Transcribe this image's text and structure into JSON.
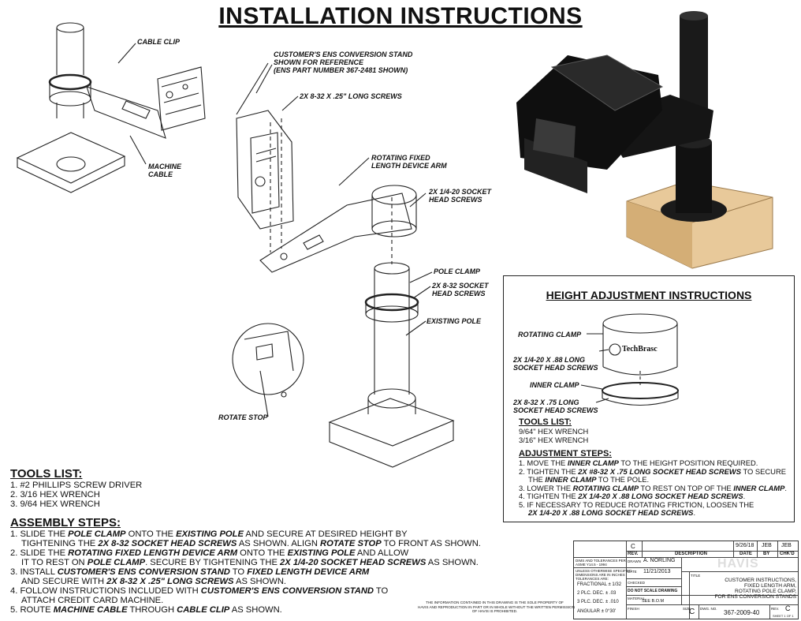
{
  "title": "INSTALLATION INSTRUCTIONS",
  "callouts": {
    "cable_clip": "CABLE CLIP",
    "machine_cable": "MACHINE\nCABLE",
    "customer_stand": "CUSTOMER'S ENS CONVERSION STAND\nSHOWN FOR REFERENCE\n(ENS PART NUMBER 367-2481 SHOWN)",
    "long_screws": "2X 8-32 X .25\" LONG SCREWS",
    "rotating_arm": "ROTATING FIXED\nLENGTH DEVICE ARM",
    "socket_head_1420": "2X 1/4-20 SOCKET\nHEAD SCREWS",
    "pole_clamp": "POLE CLAMP",
    "socket_head_832": "2X 8-32 SOCKET\nHEAD SCREWS",
    "existing_pole": "EXISTING POLE",
    "rotate_stop": "ROTATE STOP"
  },
  "tools_list": {
    "heading": "TOOLS LIST:",
    "items": [
      "1. #2 PHILLIPS SCREW DRIVER",
      "2. 3/16 HEX WRENCH",
      "3. 9/64 HEX WRENCH"
    ]
  },
  "assembly": {
    "heading": "ASSEMBLY STEPS:",
    "steps": [
      {
        "n": "1. SLIDE THE ",
        "b1": "POLE CLAMP",
        "t1": " ONTO THE ",
        "b2": "EXISTING POLE",
        "t2": " AND SECURE AT DESIRED HEIGHT BY"
      },
      {
        "ind": "TIGHTENING THE ",
        "b1": "2X 8-32 SOCKET HEAD SCREWS",
        "t1": " AS SHOWN. ALIGN ",
        "b2": "ROTATE STOP",
        "t2": " TO FRONT AS SHOWN."
      },
      {
        "n": "2. SLIDE THE ",
        "b1": "ROTATING FIXED LENGTH DEVICE ARM",
        "t1": " ONTO THE ",
        "b2": "EXISTING POLE",
        "t2": " AND ALLOW"
      },
      {
        "ind": "IT TO REST ON ",
        "b1": "POLE CLAMP",
        "t1": ". SECURE BY TIGHTENING THE ",
        "b2": "2X 1/4-20 SOCKET HEAD SCREWS",
        "t2": " AS SHOWN."
      },
      {
        "n": "3. INSTALL ",
        "b1": "CUSTOMER'S ENS CONVERSION STAND",
        "t1": " TO ",
        "b2": "FIXED LENGTH DEVICE ARM",
        "t2": ""
      },
      {
        "ind": "AND SECURE WITH ",
        "b1": "2X 8-32 X .25\" LONG SCREWS",
        "t1": " AS SHOWN.",
        "b2": "",
        "t2": ""
      },
      {
        "n": "4. FOLLOW INSTRUCTIONS INCLUDED WITH ",
        "b1": "CUSTOMER'S ENS CONVERSION STAND",
        "t1": " TO",
        "b2": "",
        "t2": ""
      },
      {
        "ind": "ATTACH CREDIT CARD MACHINE.",
        "b1": "",
        "t1": "",
        "b2": "",
        "t2": ""
      },
      {
        "n": "5. ROUTE ",
        "b1": "MACHINE CABLE",
        "t1": " THROUGH ",
        "b2": "CABLE CLIP",
        "t2": " AS SHOWN."
      }
    ]
  },
  "height_adjustment": {
    "heading": "HEIGHT ADJUSTMENT INSTRUCTIONS",
    "callouts": {
      "rotating_clamp": "ROTATING CLAMP",
      "long_screws_88": "2X 1/4-20 X .88 LONG\nSOCKET HEAD SCREWS",
      "inner_clamp": "INNER CLAMP",
      "long_screws_75": "2X 8-32 X .75 LONG\nSOCKET HEAD SCREWS",
      "brand_on_clamp": "TechBrasc"
    },
    "tools_heading": "TOOLS LIST:",
    "tools": [
      "9/64\" HEX WRENCH",
      "3/16\" HEX WRENCH"
    ],
    "steps_heading": "ADJUSTMENT STEPS:",
    "steps": [
      {
        "n": "1. MOVE THE ",
        "b1": "INNER CLAMP",
        "t1": " TO THE HEIGHT POSITION REQUIRED.",
        "b2": "",
        "t2": ""
      },
      {
        "n": "2. TIGHTEN THE ",
        "b1": "2X #8-32 X .75 LONG SOCKET HEAD SCREWS",
        "t1": " TO SECURE",
        "b2": "",
        "t2": ""
      },
      {
        "ind": "THE ",
        "b1": "INNER CLAMP",
        "t1": " TO THE POLE.",
        "b2": "",
        "t2": ""
      },
      {
        "n": "3. LOWER THE ",
        "b1": "ROTATING CLAMP",
        "t1": " TO REST ON TOP OF THE ",
        "b2": "INNER CLAMP",
        "t2": "."
      },
      {
        "n": "4. TIGHTEN THE ",
        "b1": "2X 1/4-20 X .88 LONG SOCKET HEAD SCREWS",
        "t1": ".",
        "b2": "",
        "t2": ""
      },
      {
        "n": "5. IF NECESSARY TO REDUCE ROTATING FRICTION, LOOSEN THE",
        "b1": "",
        "t1": "",
        "b2": "",
        "t2": ""
      },
      {
        "ind": "",
        "b1": "2X 1/4-20 X .88 LONG SOCKET HEAD SCREWS",
        "t1": ".",
        "b2": "",
        "t2": ""
      }
    ]
  },
  "title_block": {
    "rev_label": "REV.",
    "rev_value": "C",
    "description_label": "DESCRIPTION",
    "date_value": "9/26/18",
    "by_label": "BY",
    "by_value": "JEB",
    "chkd_label": "CHK'D",
    "chkd_value": "JEB",
    "date_label": "DATE",
    "tolerances": "DIMS AND TOLERANCES PER\nASME Y14.5 - 1994",
    "unless": "UNLESS OTHERWISE SPECIFIED\nDIMENSIONS ARE IN INCHES\nTOLERANCES ARE:",
    "fractional": "FRACTIONAL ± 1/32",
    "two_plc": "2 PLC. DEC.   ± .03",
    "three_plc": "3 PLC. DEC.   ± .010",
    "angular": "ANGULAR      ± 0°30'",
    "drawn_label": "DRAWN",
    "drawn_value": "A. NORLING",
    "drawn_date": "11/21/2013",
    "checked_label": "CHECKED",
    "no_scale": "DO NOT SCALE DRAWING",
    "material_label": "MATERIAL",
    "material_value": "SEE B.O.M",
    "finish_label": "FINISH",
    "brand": "HAVIS",
    "title_label": "TITLE",
    "title_value": "CUSTOMER INSTRUCTIONS,\nFIXED LENGTH ARM,\nROTATING POLE CLAMP,\nFOR ENS CONVERSION STANDS",
    "size_label": "SIZE",
    "size_value": "C",
    "dwg_label": "DWG. NO.",
    "dwg_value": "367-2009-40",
    "rev2_label": "REV.",
    "rev2_value": "C",
    "sheet": "SHEET 1 OF 1",
    "notice": "THE INFORMATION CONTAINED IN THIS DRAWING IS THE SOLE PROPERTY OF\nHAVIS AND REPRODUCTION IN PART OR IN WHOLE WITHOUT THE WRITTEN PERMISSION\nOF HAVIS IS PROHIBITED."
  }
}
